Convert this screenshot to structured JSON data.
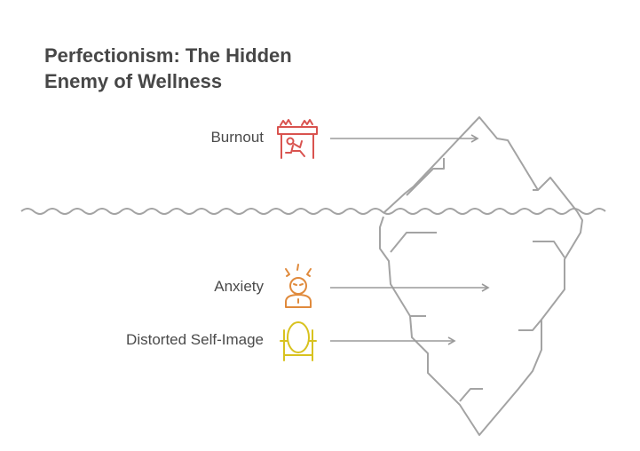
{
  "title_line1": "Perfectionism: The Hidden",
  "title_line2": "Enemy of Wellness",
  "items": [
    {
      "label": "Burnout",
      "icon": "burnout-fire-desk-icon",
      "color": "#d9534f"
    },
    {
      "label": "Anxiety",
      "icon": "anxious-person-icon",
      "color": "#e08a3c"
    },
    {
      "label": "Distorted Self-Image",
      "icon": "mirror-icon",
      "color": "#d8c21f"
    }
  ],
  "colors": {
    "line": "#9a9a9a",
    "title": "#474747",
    "text": "#4a4a4a"
  }
}
